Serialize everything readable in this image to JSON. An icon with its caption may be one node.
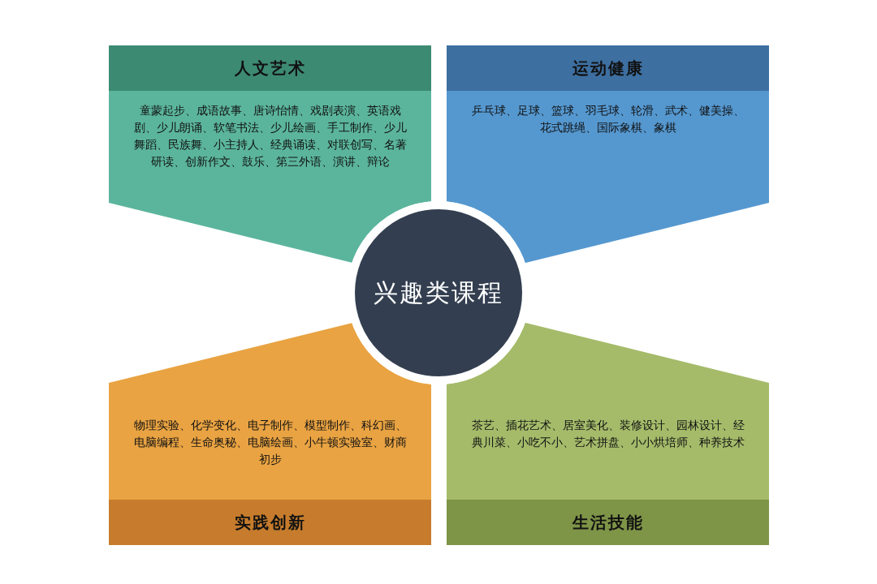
{
  "diagram": {
    "nodes": [
      {
        "text": [
          "人文艺术",
          "童蒙起步、成语故事、唐诗怡情、戏剧表演、英语戏剧、少儿朗诵、软笔书法、少儿绘画、手工制作、少儿舞蹈、民族舞、小主持人、经典诵读、对联创写、名著研读、创新作文、鼓乐、第三外语、演讲、辩论"
        ]
      },
      {
        "text": [
          "运动健康",
          "乒乓球、足球、篮球、羽毛球、轮滑、武术、健美操、花式跳绳、国际象棋、象棋"
        ]
      },
      {
        "text": [
          "兴趣类课程"
        ]
      },
      {
        "text": [
          "物理实验、化学变化、电子制作、模型制作、科幻画、电脑编程、生命奥秘、电脑绘画、小牛顿实验室、财商初步",
          "实践创新"
        ]
      },
      {
        "text": [
          "茶艺、插花艺术、居室美化、装修设计、园林设计、经典川菜、小吃不小、艺术拼盘、小小烘培师、种养技术",
          "生活技能"
        ]
      }
    ]
  }
}
